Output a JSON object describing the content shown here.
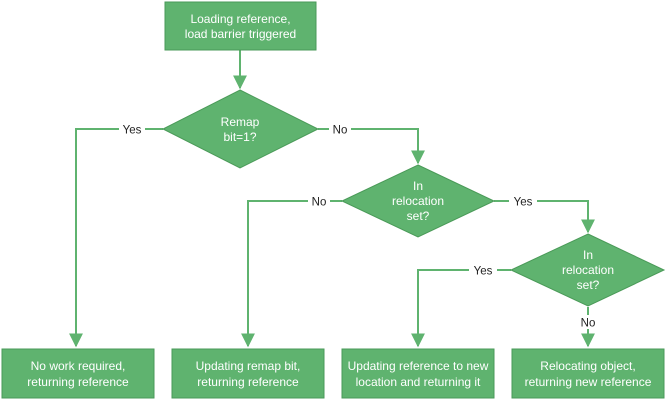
{
  "colors": {
    "node_fill": "#5fb36f",
    "node_stroke": "#4a9a58",
    "edge": "#5fb36f",
    "text_on_node": "#ffffff",
    "label_text": "#222222"
  },
  "nodes": {
    "start": {
      "lines": [
        "Loading reference,",
        "load barrier triggered"
      ]
    },
    "decision_remap": {
      "lines": [
        "Remap",
        "bit=1?"
      ]
    },
    "decision_relocation_1": {
      "lines": [
        "In",
        "relocation",
        "set?"
      ]
    },
    "decision_relocation_2": {
      "lines": [
        "In",
        "relocation",
        "set?"
      ]
    },
    "end_no_work": {
      "lines": [
        "No work required,",
        "returning reference"
      ]
    },
    "end_update_remap": {
      "lines": [
        "Updating remap bit,",
        "returning reference"
      ]
    },
    "end_update_reference": {
      "lines": [
        "Updating reference to new",
        "location and returning it"
      ]
    },
    "end_relocating": {
      "lines": [
        "Relocating object,",
        "returning new reference"
      ]
    }
  },
  "edge_labels": {
    "remap_yes": "Yes",
    "remap_no": "No",
    "reloc1_no": "No",
    "reloc1_yes": "Yes",
    "reloc2_yes": "Yes",
    "reloc2_no": "No"
  }
}
